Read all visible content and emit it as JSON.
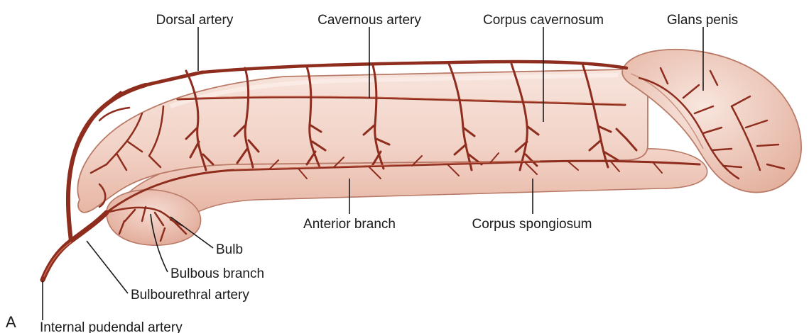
{
  "panel_letter": "A",
  "labels": {
    "dorsal_artery": "Dorsal artery",
    "cavernous_artery": "Cavernous artery",
    "corpus_cavernosum": "Corpus cavernosum",
    "glans_penis": "Glans penis",
    "anterior_branch": "Anterior branch",
    "corpus_spongiosum": "Corpus spongiosum",
    "bulb": "Bulb",
    "bulbous_branch": "Bulbous branch",
    "bulbourethral_artery": "Bulbourethral artery",
    "internal_pudendal_artery": "Internal pudendal artery"
  },
  "colors": {
    "tissue_light": "#f6dfd6",
    "tissue_mid": "#efc3b3",
    "tissue_edge": "#b97a68",
    "artery": "#8e2d1e"
  }
}
